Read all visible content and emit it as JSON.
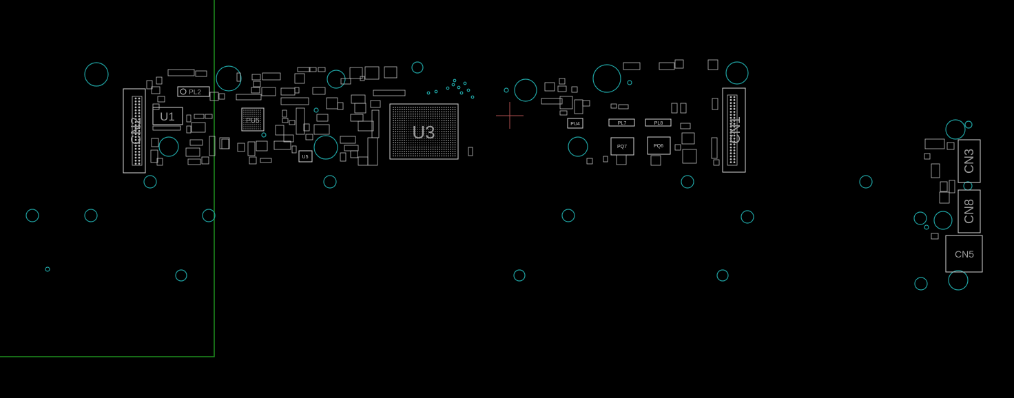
{
  "view": {
    "background": "#000000",
    "silkscreen_color": "#d8d8d8",
    "hole_color": "#1fa3a3",
    "outline_color": "#1f8f1f",
    "cursor_color": "#b05050"
  },
  "labels": {
    "cn2": "CN2",
    "u1": "U1",
    "pl2": "PL2",
    "pu5": "PU5",
    "u5": "U5",
    "u3": "U3",
    "cn1": "CN1",
    "pq7": "PQ7",
    "pq6": "PQ6",
    "pl7": "PL7",
    "pl8": "PL8",
    "pu4": "PU4",
    "cn3": "CN3",
    "cn8": "CN8",
    "cn5": "CN5"
  }
}
